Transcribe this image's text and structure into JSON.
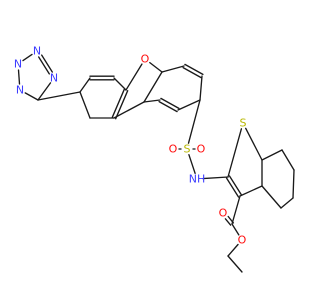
{
  "colors": {
    "bond": "#1a1a1a",
    "nitrogen": "#3d3dff",
    "oxygen": "#ff0d0d",
    "sulfur": "#b8b800",
    "carbon": "#1a1a1a"
  },
  "atom_labels": {
    "tz_n1": "N",
    "tz_n2": "N",
    "tz_n3": "N",
    "tz_n4": "N",
    "furan_o": "O",
    "sulfonyl_s": "S",
    "sulfonyl_o1": "O",
    "sulfonyl_o2": "O",
    "nh": "NH",
    "thiophene_s": "S",
    "carbonyl_o": "O",
    "ester_o": "O"
  }
}
